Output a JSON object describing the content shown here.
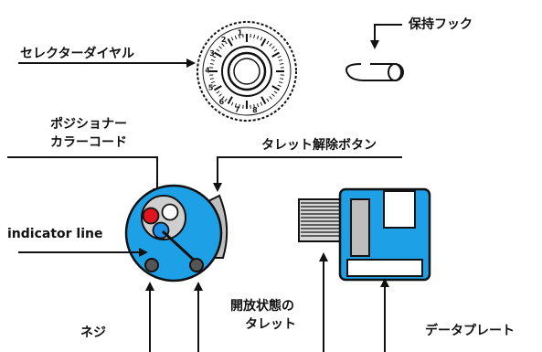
{
  "labels": {
    "selector_dial": "セレクターダイヤル",
    "holding_hook": "保持フック",
    "position_color_code_line1": "ポジショナー",
    "position_color_code_line2": "カラーコード",
    "turret_release_button": "タレット解除ボタン",
    "indicator_line": "indicator line",
    "open_turret_line1": "開放状態の",
    "open_turret_line2": "タレット",
    "screw": "ネジ",
    "data_plate": "データプレート"
  },
  "dial_numbers": [
    "1",
    "2",
    "3",
    "4",
    "5",
    "6",
    "7",
    "8"
  ],
  "colors": {
    "turret_blue": "#1ea0e6",
    "position_red": "#e0141e",
    "position_blue": "#1e90e6",
    "ink": "#111111",
    "plate_white": "#ffffff",
    "button_gray": "#bfbfbf",
    "window_gray": "#bdbdbd"
  }
}
